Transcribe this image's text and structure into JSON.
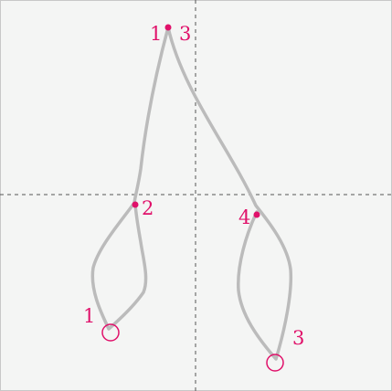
{
  "colors": {
    "background": "#f4f5f4",
    "border": "#c8c8c8",
    "guide": "#555555",
    "stroke": "#bbbbbb",
    "accent": "#e0116a"
  },
  "labels": {
    "top_start": "1",
    "top_end": "3",
    "left_point": "2",
    "right_point": "4",
    "left_circle": "1",
    "right_circle": "3"
  }
}
